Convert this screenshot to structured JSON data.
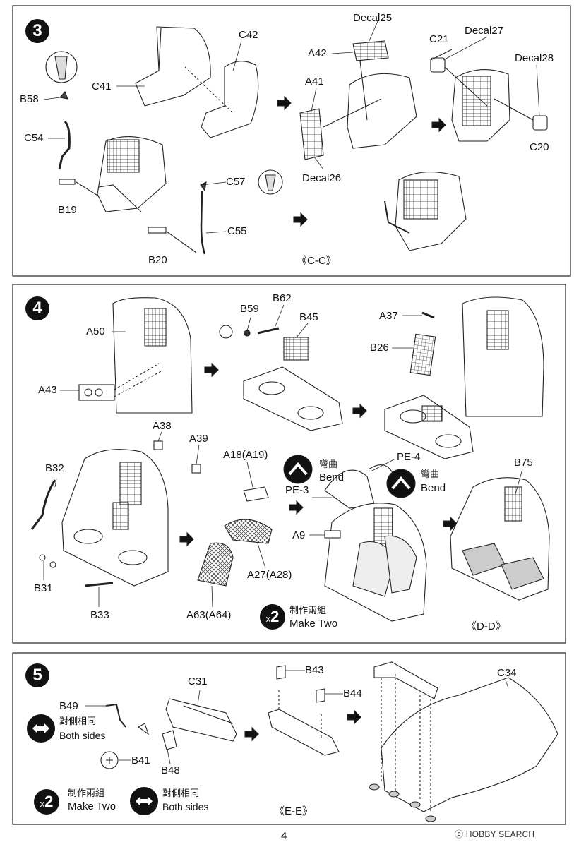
{
  "steps": [
    {
      "number": "3",
      "view_label": "《C-C》"
    },
    {
      "number": "4",
      "view_label": "《D-D》"
    },
    {
      "number": "5",
      "view_label": "《E-E》"
    }
  ],
  "step3_labels": {
    "c42": "C42",
    "c41": "C41",
    "b58": "B58",
    "c54": "C54",
    "b19": "B19",
    "b20": "B20",
    "c57": "C57",
    "c55": "C55",
    "decal25": "Decal25",
    "a42": "A42",
    "a41": "A41",
    "decal26": "Decal26",
    "c21": "C21",
    "decal27": "Decal27",
    "decal28": "Decal28",
    "c20": "C20"
  },
  "step4_labels": {
    "a50": "A50",
    "a43": "A43",
    "b59": "B59",
    "b62": "B62",
    "b45": "B45",
    "a37": "A37",
    "b26": "B26",
    "a38": "A38",
    "a39": "A39",
    "b32": "B32",
    "b31": "B31",
    "b33": "B33",
    "a18": "A18(A19)",
    "a27": "A27(A28)",
    "a63": "A63(A64)",
    "bend_cn_1": "彎曲",
    "bend_en_1": "Bend",
    "pe4": "PE-4",
    "bend_cn_2": "彎曲",
    "bend_en_2": "Bend",
    "pe3": "PE-3",
    "a9": "A9",
    "b75": "B75",
    "make_two_cn": "制作兩組",
    "make_two_en": "Make Two",
    "x2_prefix": "x",
    "x2_num": "2"
  },
  "step5_labels": {
    "c31": "C31",
    "b43": "B43",
    "b44": "B44",
    "c34": "C34",
    "b49": "B49",
    "b41": "B41",
    "b48": "B48",
    "both_sides_cn_1": "對側相同",
    "both_sides_en_1": "Both sides",
    "make_two_cn": "制作兩組",
    "make_two_en": "Make Two",
    "x2_prefix": "x",
    "x2_num": "2",
    "both_sides_cn_2": "對側相同",
    "both_sides_en_2": "Both sides"
  },
  "footer": {
    "page_number": "4",
    "watermark": "ⓒ HOBBY SEARCH"
  },
  "icons": {
    "step_badge": "filled-black-circle",
    "arrow": "right-arrow-icon",
    "bend": "bend-chevron-icon",
    "both_sides": "double-arrow-icon",
    "make_two": "x2-icon"
  }
}
